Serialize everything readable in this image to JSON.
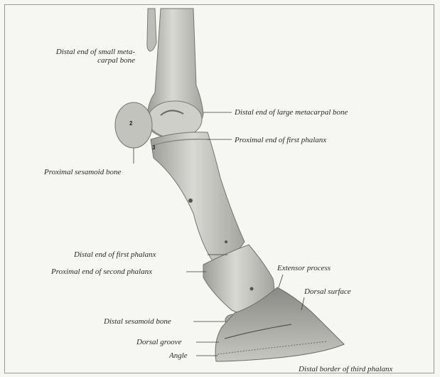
{
  "labels": {
    "distal_small_metacarpal": [
      "Distal end of small meta-",
      "carpal bone"
    ],
    "distal_large_metacarpal": "Distal end of large metacarpal bone",
    "proximal_first_phalanx": "Proximal end of first phalanx",
    "proximal_sesamoid": "Proximal sesamoid bone",
    "distal_first_phalanx": "Distal end of first phalanx",
    "proximal_second_phalanx": "Proximal end of second phalanx",
    "extensor_process": "Extensor process",
    "dorsal_surface": "Dorsal surface",
    "distal_sesamoid": "Distal sesamoid bone",
    "dorsal_groove": "Dorsal groove",
    "angle": "Angle",
    "distal_border_third_phalanx": "Distal border of third phalanx"
  },
  "markers": [
    "2",
    "3"
  ],
  "colors": {
    "background": "#f6f6f2",
    "bone_fill": "#c9c9c3",
    "bone_shadow": "#8f8f89",
    "leader": "#3a3a3a"
  }
}
